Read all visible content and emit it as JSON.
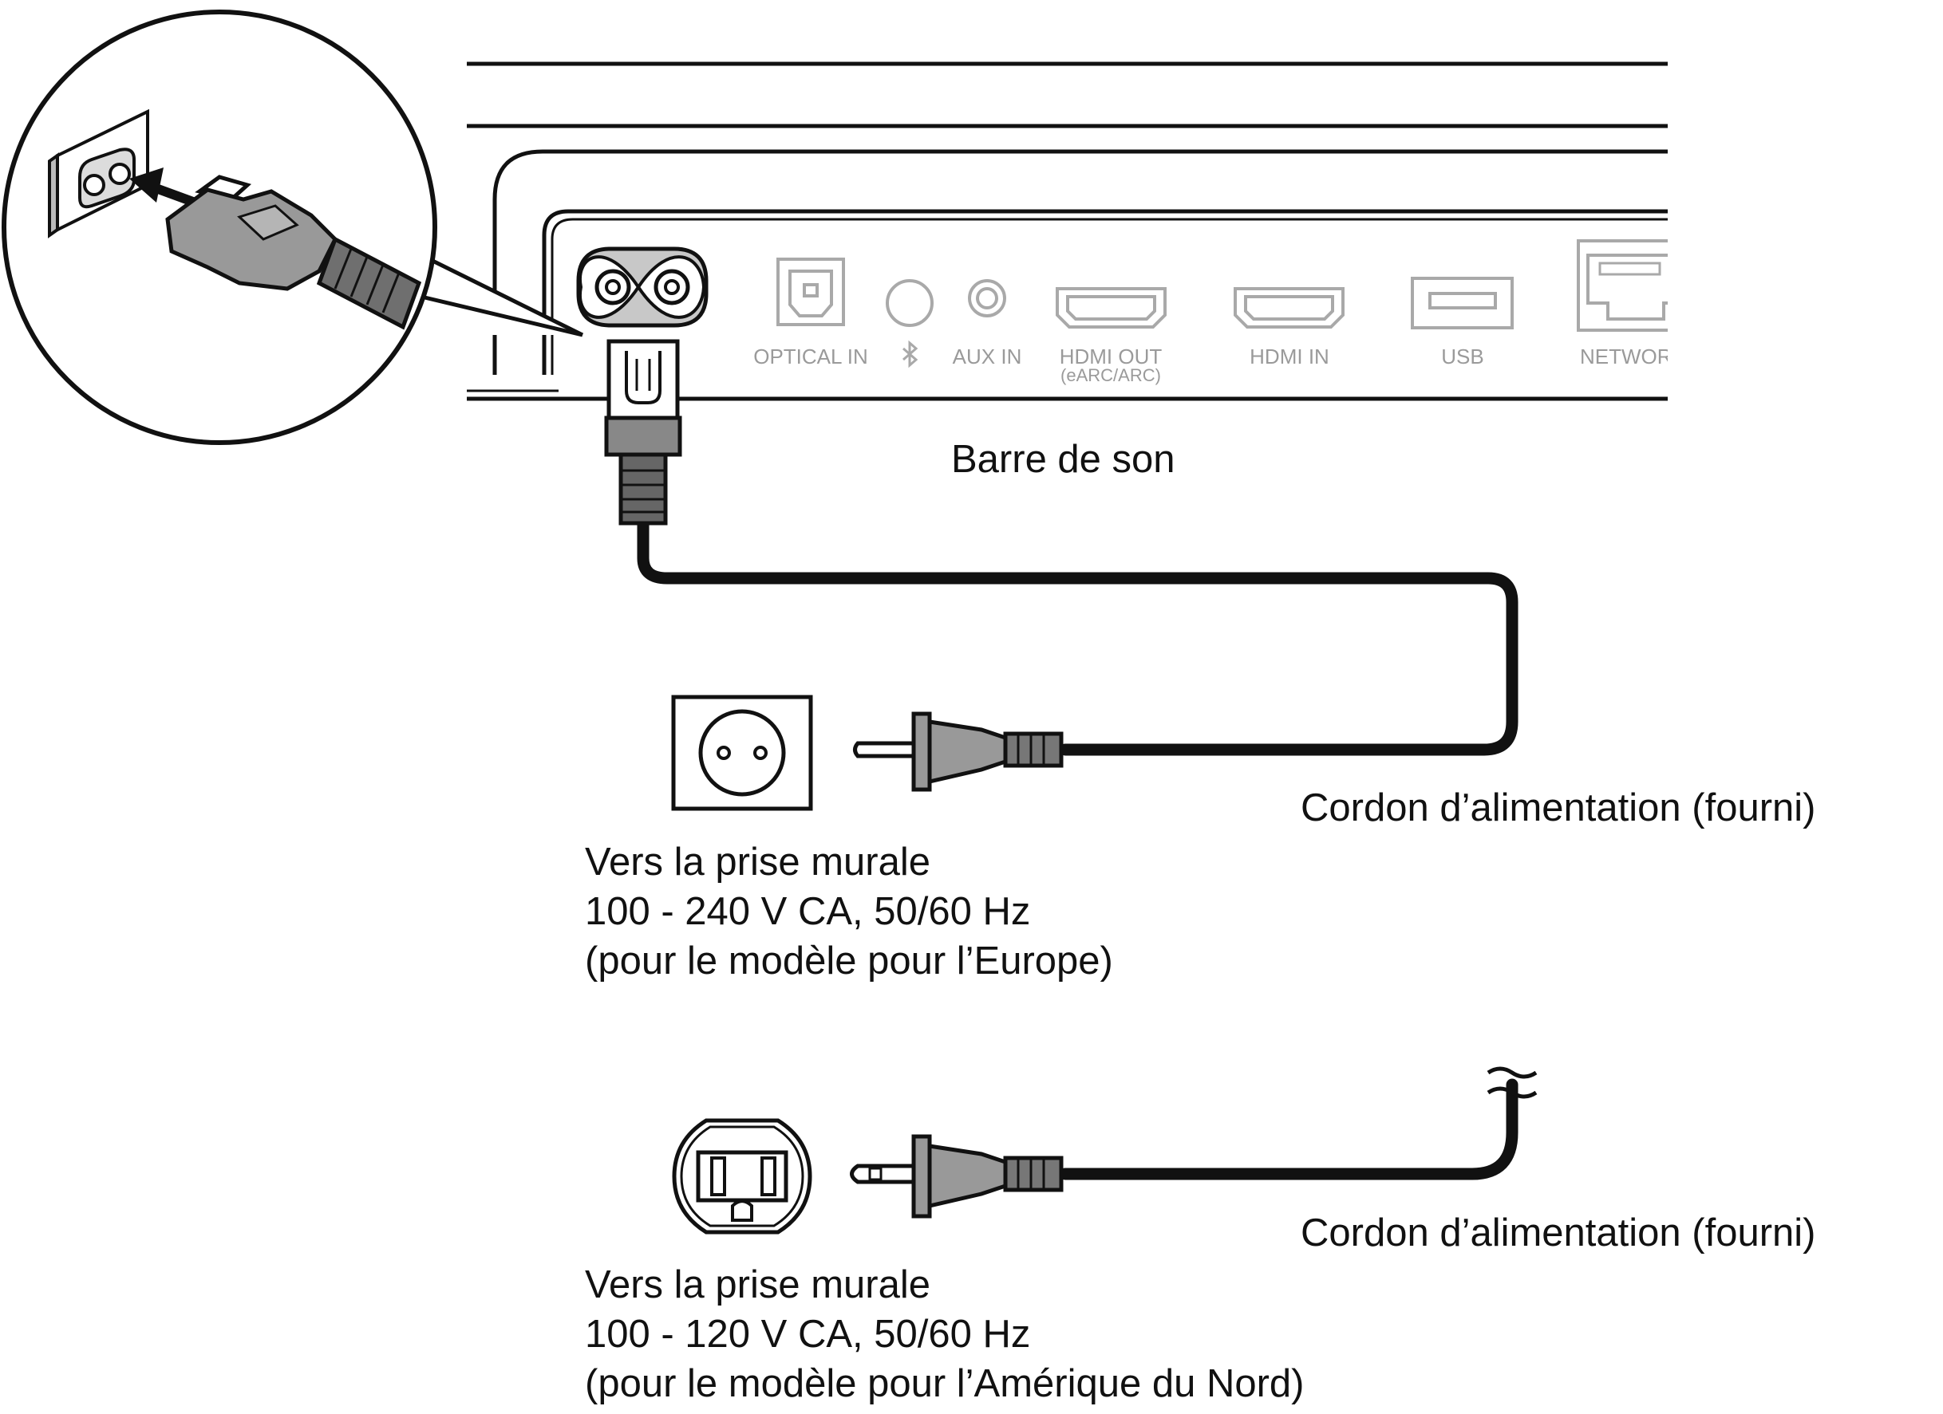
{
  "soundbar": {
    "label": "Barre de son",
    "ports": {
      "optical_in": "OPTICAL IN",
      "aux_in": "AUX IN",
      "hdmi_out": "HDMI OUT",
      "hdmi_out_sub": "(eARC/ARC)",
      "hdmi_in": "HDMI IN",
      "usb": "USB",
      "network": "NETWORK"
    }
  },
  "europe": {
    "cord_label": "Cordon d’alimentation (fourni)",
    "outlet_line1": "Vers la prise murale",
    "outlet_line2": "100 - 240 V CA, 50/60 Hz",
    "outlet_line3": "(pour le modèle pour l’Europe)"
  },
  "north_america": {
    "cord_label": "Cordon d’alimentation (fourni)",
    "outlet_line1": "Vers la prise murale",
    "outlet_line2": "100 - 120 V CA, 50/60 Hz",
    "outlet_line3": "(pour le modèle pour l’Amérique du Nord)"
  },
  "icons": [
    "power-inlet-icon",
    "optical-port-icon",
    "bluetooth-icon",
    "aux-jack-icon",
    "hdmi-port-icon",
    "usb-port-icon",
    "network-port-icon",
    "eu-wall-outlet-icon",
    "us-wall-outlet-icon",
    "eu-plug-icon",
    "us-plug-icon",
    "iec-connector-icon"
  ]
}
